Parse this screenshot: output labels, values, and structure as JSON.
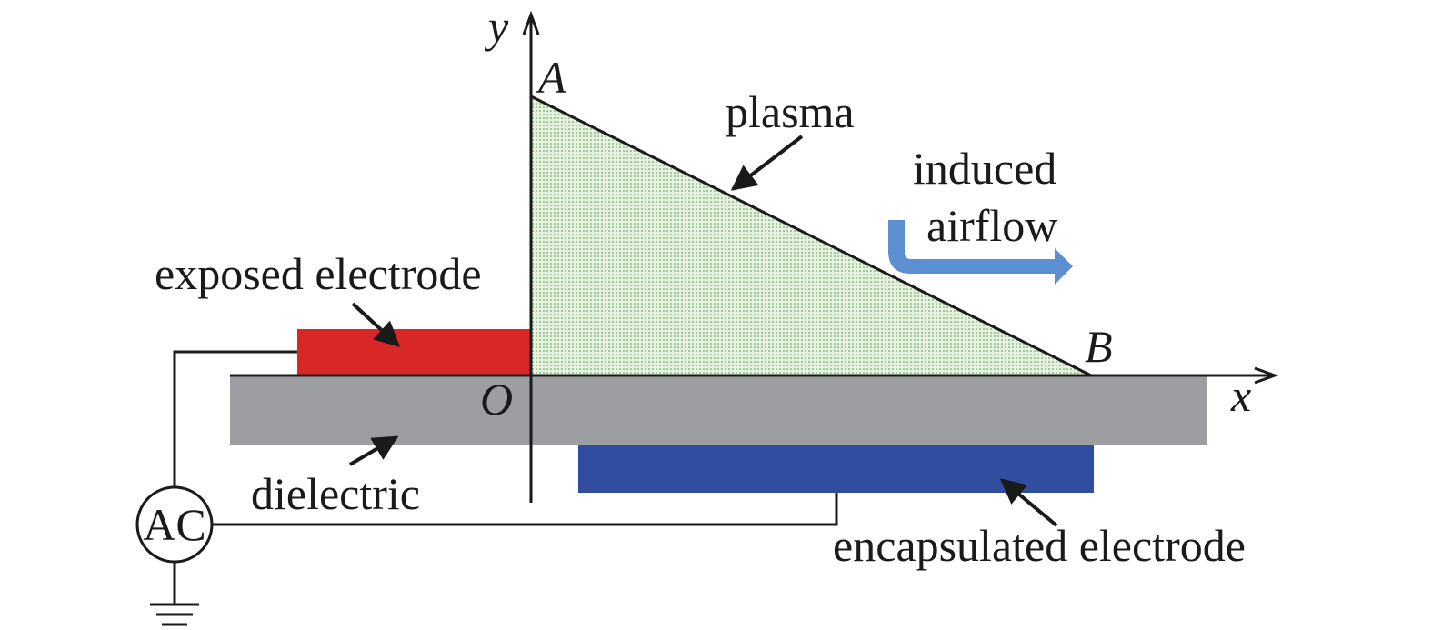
{
  "labels": {
    "y_axis": "y",
    "x_axis": "x",
    "origin": "O",
    "point_a": "A",
    "point_b": "B",
    "plasma": "plasma",
    "induced_line1": "induced",
    "induced_line2": "airflow",
    "exposed_electrode": "exposed electrode",
    "dielectric": "dielectric",
    "encapsulated_electrode": "encapsulated electrode",
    "ac_source": "AC"
  },
  "colors": {
    "exposed_electrode": "#d92626",
    "encapsulated_electrode": "#314da0",
    "dielectric": "#9d9ea2",
    "plasma_fill": "#e6f0df",
    "plasma_dots": "#4d9a4d",
    "airflow_arrow": "#5b8fcf",
    "lines": "#1a1a1a"
  }
}
